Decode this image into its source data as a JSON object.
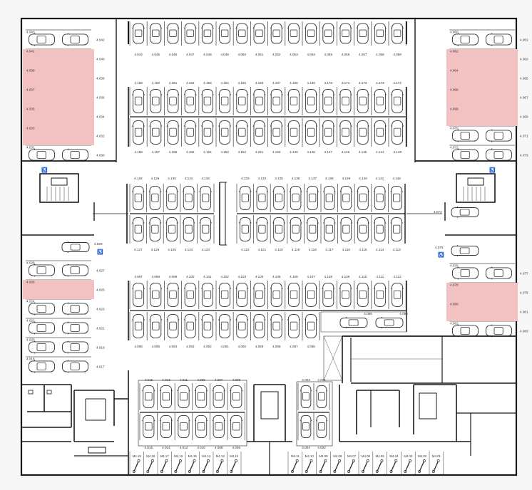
{
  "colors": {
    "background": "#f7f7f7",
    "floor": "#ffffff",
    "wall": "#1a1a1a",
    "stall_line": "#555555",
    "highlight": "#f2c1c1",
    "car": "#333333",
    "label": "#333333"
  },
  "icons": {
    "accessible": "wheelchair-icon",
    "bike": "motorbike-icon"
  },
  "left_top_rows": [
    {
      "a": "4.043",
      "b": "4.042",
      "hl": false
    },
    {
      "a": "4.041",
      "b": "4.040",
      "hl": true
    },
    {
      "a": "4.039",
      "b": "4.038",
      "hl": true
    },
    {
      "a": "4.037",
      "b": "4.036",
      "hl": true
    },
    {
      "a": "4.035",
      "b": "4.034",
      "hl": true
    },
    {
      "a": "4.033",
      "b": "4.032",
      "hl": true
    },
    {
      "a": "4.031",
      "b": "4.030",
      "hl": false
    }
  ],
  "right_top_rows": [
    {
      "a": "4.060",
      "b": "4.061",
      "hl": false
    },
    {
      "a": "4.062",
      "b": "4.063",
      "hl": true
    },
    {
      "a": "4.064",
      "b": "4.065",
      "hl": true
    },
    {
      "a": "4.066",
      "b": "4.067",
      "hl": true
    },
    {
      "a": "4.068",
      "b": "4.069",
      "hl": true
    },
    {
      "a": "4.070",
      "b": "4.071",
      "hl": false
    },
    {
      "a": "4.072",
      "b": "4.073",
      "hl": false
    }
  ],
  "left_lower_single": "4.029",
  "left_lower_rows": [
    {
      "a": "4.028",
      "b": "4.027",
      "hl": false
    },
    {
      "a": "4.026",
      "b": "4.025",
      "hl": true
    },
    {
      "a": "4.024",
      "b": "4.023",
      "hl": false
    },
    {
      "a": "4.022",
      "b": "4.021",
      "hl": false
    },
    {
      "a": "4.020",
      "b": "4.019",
      "hl": false
    },
    {
      "a": "4.018",
      "b": "4.017",
      "hl": false
    }
  ],
  "right_lower_single": "4.075",
  "right_lower_rows": [
    {
      "a": "4.076",
      "b": "4.077",
      "hl": false
    },
    {
      "a": "4.078",
      "b": "4.079",
      "hl": true
    },
    {
      "a": "4.080",
      "b": "4.081",
      "hl": true
    },
    {
      "a": "4.082",
      "b": "4.083",
      "hl": false
    }
  ],
  "right_mid_single": "4.074",
  "top_row": [
    "4.044",
    "4.045",
    "4.046",
    "4.047",
    "4.048",
    "4.049",
    "4.050",
    "4.051",
    "4.052",
    "4.053",
    "4.054",
    "4.055",
    "4.056",
    "4.057",
    "4.058",
    "4.059"
  ],
  "block2_top": [
    "4.159",
    "4.160",
    "4.161",
    "4.162",
    "4.163",
    "4.164",
    "4.165",
    "4.166",
    "4.167",
    "4.168",
    "4.169",
    "4.170",
    "4.171",
    "4.172",
    "4.173",
    "4.174"
  ],
  "block2_bottom": [
    "4.158",
    "4.157",
    "4.156",
    "4.155",
    "4.154",
    "4.153",
    "4.152",
    "4.151",
    "4.150",
    "4.149",
    "4.148",
    "4.147",
    "4.146",
    "4.145",
    "4.144",
    "4.143"
  ],
  "block3_top_left": [
    "4.128",
    "4.129",
    "4.130",
    "4.131",
    "4.132"
  ],
  "block3_top_right": [
    "4.133",
    "4.134",
    "4.135",
    "4.136",
    "4.137",
    "4.138",
    "4.139",
    "4.140",
    "4.141",
    "4.142"
  ],
  "block3_bottom_left": [
    "4.127",
    "4.126",
    "4.125",
    "4.124",
    "4.123"
  ],
  "block3_bottom_right": [
    "4.122",
    "4.121",
    "4.120",
    "4.119",
    "4.118",
    "4.117",
    "4.116",
    "4.115",
    "4.114",
    "4.113"
  ],
  "block4_top": [
    "4.097",
    "4.098",
    "4.099",
    "4.100",
    "4.101",
    "4.102",
    "4.103",
    "4.104",
    "4.105",
    "4.106",
    "4.107",
    "4.108",
    "4.109",
    "4.110",
    "4.111",
    "4.112"
  ],
  "block4_bottom": [
    "4.096",
    "4.095",
    "4.094",
    "4.093",
    "4.092",
    "4.091",
    "4.090",
    "4.089",
    "4.088",
    "4.087",
    "4.086"
  ],
  "block4_side": [
    "4.085",
    "4.084"
  ],
  "bottom_block_top": [
    "4.015",
    "4.013",
    "4.011",
    "4.009",
    "4.007",
    "4.005"
  ],
  "bottom_block_bottom": [
    "4.016",
    "4.014",
    "4.012",
    "4.010",
    "4.008",
    "4.006"
  ],
  "small_block_top": [
    "4.003",
    "4.001"
  ],
  "small_block_bottom": [
    "4.004",
    "4.002"
  ],
  "moto_left": [
    "M4.19",
    "M4.18",
    "M4.17",
    "M4.16",
    "M4.15",
    "M4.14",
    "M4.13",
    "M4.12"
  ],
  "moto_right": [
    "M4.11",
    "M4.10",
    "M4.09",
    "M4.08",
    "M4.07",
    "M4.06",
    "M4.05",
    "M4.04",
    "M4.03",
    "M4.02",
    "M4.01"
  ]
}
